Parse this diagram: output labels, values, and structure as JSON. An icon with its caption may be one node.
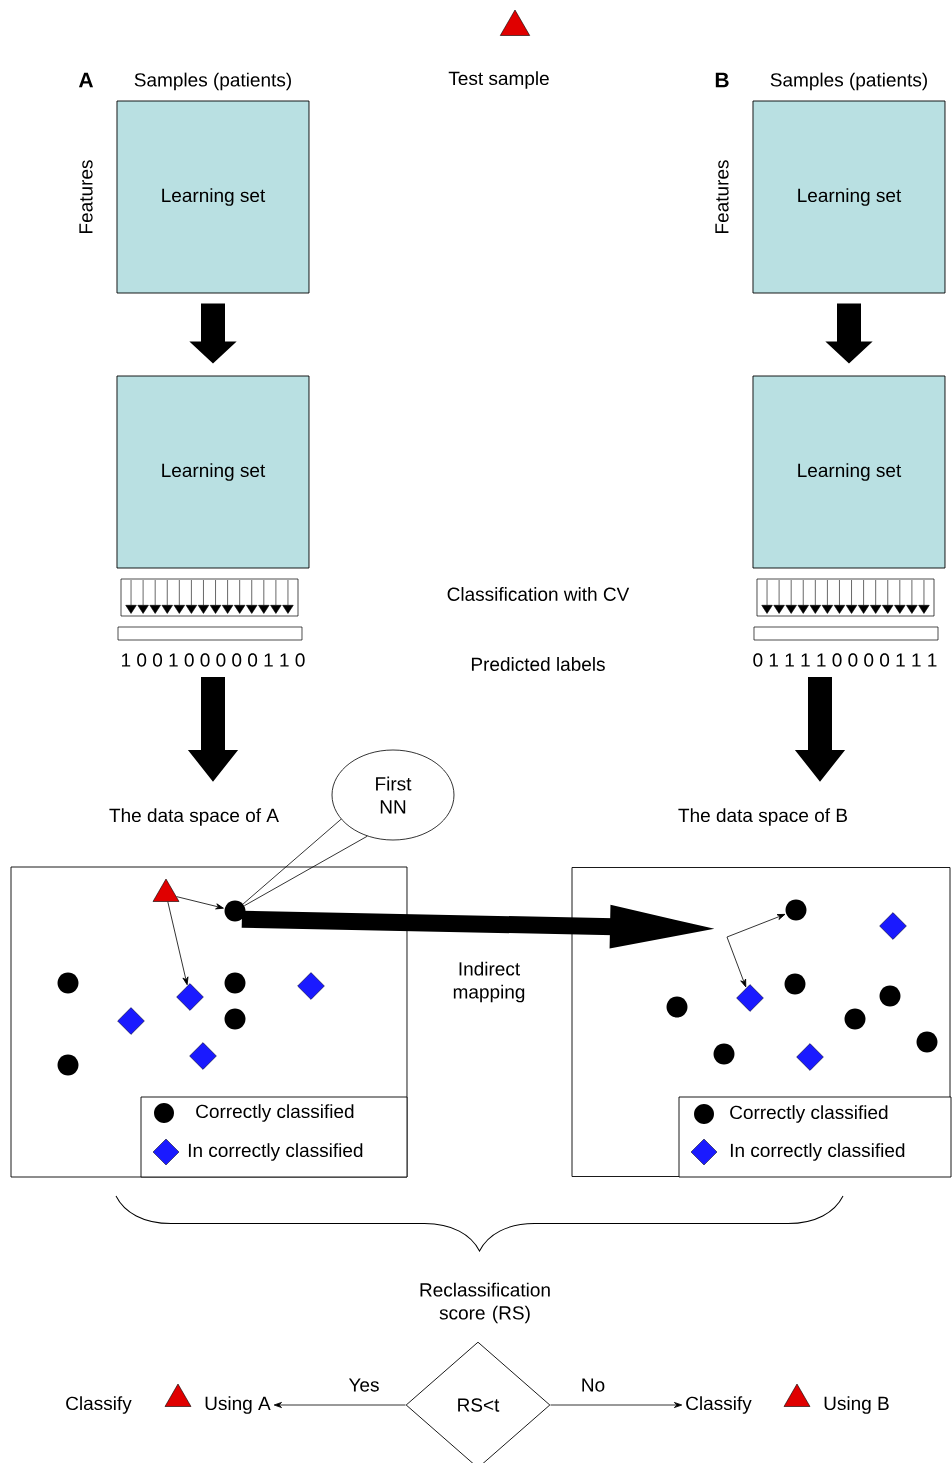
{
  "diagram": {
    "nodes": [
      {
        "text": [
          "Learning set"
        ],
        "beside": [
          "Samples (patients)",
          "Features"
        ]
      },
      {
        "text": [
          "Learning set"
        ]
      },
      {
        "text": [
          "Learning set"
        ],
        "beside": [
          "Samples (patients)",
          "Features"
        ]
      },
      {
        "text": [
          "Learning set"
        ]
      },
      {
        "text": [
          "1 0 0 1 0 0 0 0 0 1 1 0"
        ]
      },
      {
        "text": [
          "0 1 1 1 1 0 0 0 0 1 1 1"
        ]
      },
      {
        "text": [
          "The data space of A"
        ]
      },
      {
        "text": [
          "The data space of B"
        ]
      },
      {
        "text": [],
        "shape": "box"
      },
      {
        "text": [],
        "shape": "box"
      },
      {
        "text": [],
        "shape": "triangle",
        "in": 8
      },
      {
        "text": [],
        "shape": "circle",
        "in": 8
      },
      {
        "text": [],
        "shape": "diamond",
        "in": 8
      },
      {
        "text": [
          "First NN"
        ]
      },
      {
        "text": [],
        "shape": "circle",
        "in": 9
      },
      {
        "text": [],
        "shape": "diamond",
        "in": 9
      },
      {
        "text": [
          "RS<t"
        ]
      },
      {
        "text": [
          "Classify",
          "Using A"
        ]
      },
      {
        "text": [
          "Classify",
          "Using B"
        ]
      },
      {
        "text": [],
        "shape": "circle",
        "in": 8
      },
      {
        "text": [],
        "shape": "circle",
        "in": 8
      },
      {
        "text": [],
        "shape": "circle",
        "in": 8
      },
      {
        "text": [],
        "shape": "circle",
        "in": 8
      },
      {
        "text": [],
        "shape": "diamond",
        "in": 8
      },
      {
        "text": [],
        "shape": "diamond",
        "in": 8
      },
      {
        "text": [],
        "shape": "diamond",
        "in": 8
      },
      {
        "text": [],
        "shape": "circle",
        "in": 9
      },
      {
        "text": [],
        "shape": "circle",
        "in": 9
      },
      {
        "text": [],
        "shape": "circle",
        "in": 9
      },
      {
        "text": [],
        "shape": "circle",
        "in": 9
      },
      {
        "text": [],
        "shape": "circle",
        "in": 9
      },
      {
        "text": [],
        "shape": "circle",
        "in": 9
      },
      {
        "text": [],
        "shape": "diamond",
        "in": 9
      },
      {
        "text": [],
        "shape": "diamond",
        "in": 9
      }
    ],
    "edges": [
      {
        "from": 0,
        "to": 1,
        "arrow": "to",
        "style": "thick"
      },
      {
        "from": 2,
        "to": 3,
        "arrow": "to",
        "style": "thick"
      },
      {
        "from": 4,
        "to": 6,
        "arrow": "to",
        "style": "thick"
      },
      {
        "from": 5,
        "to": 7,
        "arrow": "to",
        "style": "thick"
      },
      {
        "from": 10,
        "to": 11,
        "arrow": "to"
      },
      {
        "from": 10,
        "to": 12,
        "arrow": "to"
      },
      {
        "from": 13,
        "to": 11,
        "arrow": "none"
      },
      {
        "from": 11,
        "to": null,
        "arrow": "to",
        "style": "thick",
        "label": "Indirect mapping"
      },
      {
        "from": null,
        "to": 14,
        "arrow": "to"
      },
      {
        "from": null,
        "to": 15,
        "arrow": "to"
      },
      {
        "from": 16,
        "to": 17,
        "arrow": "to",
        "label": "Yes"
      },
      {
        "from": 16,
        "to": 18,
        "arrow": "to",
        "label": "No"
      }
    ],
    "labels": [
      "A",
      "Test sample",
      "B",
      "Classification with CV",
      "Predicted labels",
      "Reclassification score (RS)"
    ],
    "legend": [
      {
        "text": "Correctly classified"
      },
      {
        "text": "In correctly classified"
      },
      {
        "text": "Correctly classified"
      },
      {
        "text": "In correctly classified"
      }
    ]
  }
}
